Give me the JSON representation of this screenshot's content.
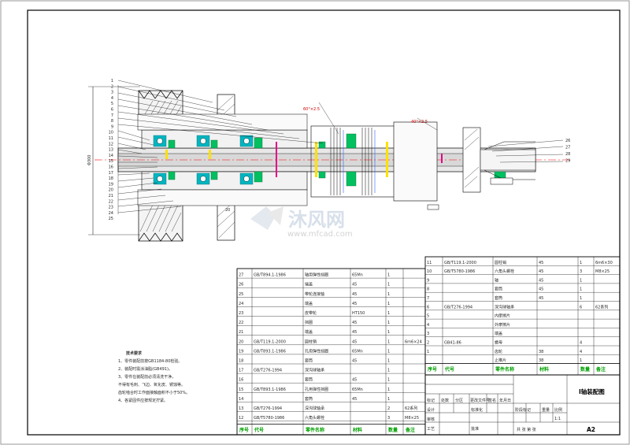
{
  "drawing": {
    "title": "I轴装配图",
    "sheet_size": "A2",
    "scale": "1:1",
    "diameter_dim": "Φ300",
    "small_dim": "20",
    "dim_tag_left": "60°×2.5",
    "dim_tag_right": "40°×2.5"
  },
  "watermark": {
    "brand": "沐风网",
    "url": "www.mfcad.com"
  },
  "tech_notes": {
    "title": "技术要求",
    "lines": [
      "1、零件装配前按GB1184-80检验。",
      "2、装配时需涂油脂(GB491)。",
      "3、零件在装配前必须清洗干净，",
      "不得有毛刺、飞边、氧化皮、锈蚀等。",
      "齿轮啮合时工作面接触面积不小于50%。",
      "4、各紧固件应按规定拧紧。"
    ]
  },
  "balloons_left": [
    "1",
    "2",
    "3",
    "4",
    "5",
    "6",
    "7",
    "8",
    "9",
    "10",
    "11",
    "12",
    "13",
    "14",
    "15",
    "16",
    "17",
    "18",
    "19",
    "20",
    "21",
    "22",
    "23",
    "24",
    "25"
  ],
  "balloons_right": [
    "26",
    "27",
    "28",
    "29"
  ],
  "bom_headers": [
    "序号",
    "代号",
    "零件名称",
    "材料",
    "数量",
    "备注"
  ],
  "bom_left": [
    {
      "no": "27",
      "code": "GB/T894.1-1986",
      "name": "轴用弹性挡圈",
      "mat": "65Mn",
      "qty": "1",
      "note": ""
    },
    {
      "no": "26",
      "code": "",
      "name": "端盖",
      "mat": "45",
      "qty": "1",
      "note": ""
    },
    {
      "no": "25",
      "code": "",
      "name": "带轮连接轴",
      "mat": "45",
      "qty": "1",
      "note": ""
    },
    {
      "no": "24",
      "code": "",
      "name": "端盖",
      "mat": "45",
      "qty": "1",
      "note": ""
    },
    {
      "no": "23",
      "code": "",
      "name": "皮带轮",
      "mat": "HT150",
      "qty": "1",
      "note": ""
    },
    {
      "no": "22",
      "code": "",
      "name": "挡圈",
      "mat": "45",
      "qty": "1",
      "note": ""
    },
    {
      "no": "21",
      "code": "",
      "name": "端盖",
      "mat": "45",
      "qty": "1",
      "note": ""
    },
    {
      "no": "20",
      "code": "GB/T119.1-2000",
      "name": "圆柱销",
      "mat": "45",
      "qty": "1",
      "note": "6m6×24"
    },
    {
      "no": "19",
      "code": "GB/T893.1-1986",
      "name": "孔用弹性挡圈",
      "mat": "65Mn",
      "qty": "1",
      "note": ""
    },
    {
      "no": "18",
      "code": "",
      "name": "套筒",
      "mat": "45",
      "qty": "1",
      "note": ""
    },
    {
      "no": "17",
      "code": "GB/T276-1994",
      "name": "深沟球轴承",
      "mat": "",
      "qty": "1",
      "note": ""
    },
    {
      "no": "16",
      "code": "",
      "name": "套筒",
      "mat": "45",
      "qty": "1",
      "note": ""
    },
    {
      "no": "15",
      "code": "GB/T893.1-1986",
      "name": "孔用弹性挡圈",
      "mat": "65Mn",
      "qty": "1",
      "note": ""
    },
    {
      "no": "14",
      "code": "",
      "name": "套筒",
      "mat": "45",
      "qty": "1",
      "note": ""
    },
    {
      "no": "13",
      "code": "GB/T276-1994",
      "name": "深沟球轴承",
      "mat": "",
      "qty": "2",
      "note": "62系列"
    },
    {
      "no": "12",
      "code": "GB/T5780-1986",
      "name": "六角头螺栓",
      "mat": "",
      "qty": "3",
      "note": "M8×25"
    }
  ],
  "bom_right": [
    {
      "no": "11",
      "code": "GB/T119.1-2000",
      "name": "圆柱销",
      "mat": "45",
      "qty": "1",
      "note": "6m6×30"
    },
    {
      "no": "10",
      "code": "GB/T5780-1986",
      "name": "六角头螺栓",
      "mat": "45",
      "qty": "3",
      "note": "M8×25"
    },
    {
      "no": "9",
      "code": "",
      "name": "轴",
      "mat": "45",
      "qty": "1",
      "note": ""
    },
    {
      "no": "8",
      "code": "",
      "name": "套筒",
      "mat": "45",
      "qty": "1",
      "note": ""
    },
    {
      "no": "7",
      "code": "",
      "name": "套筒",
      "mat": "45",
      "qty": "1",
      "note": ""
    },
    {
      "no": "6",
      "code": "GB/T276-1994",
      "name": "深沟球轴承",
      "mat": "",
      "qty": "6",
      "note": "62系列"
    },
    {
      "no": "5",
      "code": "",
      "name": "内摩擦片",
      "mat": "",
      "qty": "",
      "note": ""
    },
    {
      "no": "4",
      "code": "",
      "name": "外摩擦片",
      "mat": "",
      "qty": "",
      "note": ""
    },
    {
      "no": "3",
      "code": "",
      "name": "端盖",
      "mat": "",
      "qty": "",
      "note": ""
    },
    {
      "no": "2",
      "code": "GB41-86",
      "name": "螺母",
      "mat": "",
      "qty": "4",
      "note": ""
    },
    {
      "no": "1",
      "code": "",
      "name": "齿轮",
      "mat": "38",
      "qty": "4",
      "note": ""
    },
    {
      "no": "",
      "code": "",
      "name": "止推片",
      "mat": "38",
      "qty": "1",
      "note": ""
    }
  ],
  "title_block": {
    "revision_row": [
      "标记",
      "处数",
      "分区",
      "更改文件号",
      "签名",
      "年月日"
    ],
    "roles": [
      "设计",
      "标准化",
      "审核",
      "工艺",
      "批准"
    ],
    "stage_labels": [
      "阶段标记",
      "重量",
      "比例"
    ],
    "sheet_info": "共 张 第 张"
  },
  "colors": {
    "line": "#000000",
    "green": "#00a651",
    "cyan": "#00b5c0",
    "red": "#ff0000",
    "yellow": "#ffe100",
    "magenta": "#e6008a",
    "blue": "#3060ff"
  }
}
